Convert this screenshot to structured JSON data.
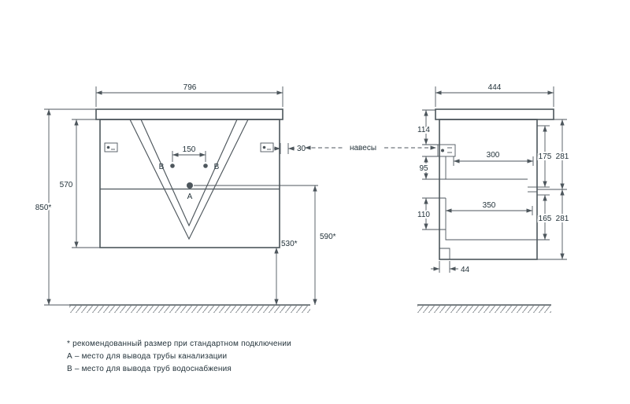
{
  "front_view": {
    "width_top": "796",
    "overall_height": "850*",
    "body_height": "570",
    "b_spacing": "150",
    "hanger_offset": "30",
    "drain_height": "590*",
    "bottom_clearance": "530*",
    "label_a": "А",
    "label_b_left": "B",
    "label_b_right": "B"
  },
  "side_view": {
    "depth_top": "444",
    "hanger_from_top": "114",
    "hanger_gap": "95",
    "upper_inner_depth": "300",
    "upper_front_height": "175",
    "upper_section_height": "281",
    "lower_inner_depth": "350",
    "lower_left_height": "110",
    "lower_front_height": "165",
    "lower_section_height": "281",
    "plinth_inset": "44"
  },
  "callouts": {
    "hangers": "навесы"
  },
  "notes": [
    "* рекомендованный размер при стандартном подключении",
    "А – место для вывода трубы канализации",
    "B – место для вывода труб водоснабжения"
  ],
  "colors": {
    "line": "#4d565c",
    "text": "#24333b",
    "ground": "#8a9094"
  }
}
